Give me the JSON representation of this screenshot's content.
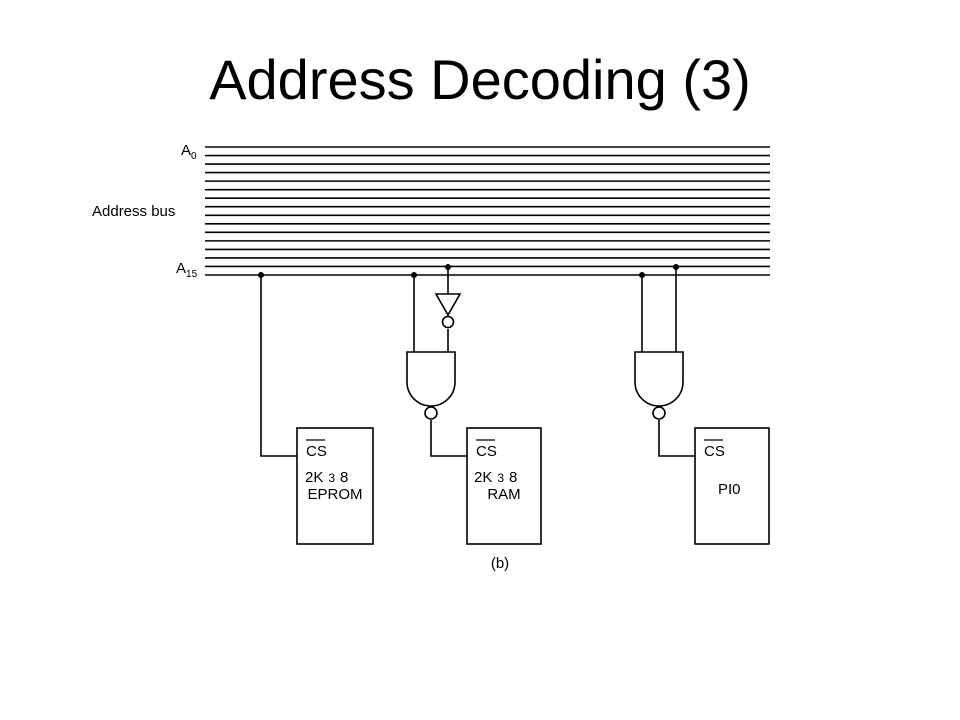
{
  "slide": {
    "title": "Address Decoding (3)"
  },
  "bus": {
    "top_label": "A",
    "top_sub": "0",
    "mid_label": "Address bus",
    "bottom_label": "A",
    "bottom_sub": "15",
    "line_count": 16
  },
  "chips": [
    {
      "id": "eprom",
      "cs": "CS",
      "line1_a": "2K",
      "line1_x": "3",
      "line1_b": "8",
      "line2": "EPROM"
    },
    {
      "id": "ram",
      "cs": "CS",
      "line1_a": "2K",
      "line1_x": "3",
      "line1_b": "8",
      "line2": "RAM"
    },
    {
      "id": "pio",
      "cs": "CS",
      "line1_a": "",
      "line1_x": "",
      "line1_b": "",
      "line2": "PI0"
    }
  ],
  "caption": "(b)"
}
